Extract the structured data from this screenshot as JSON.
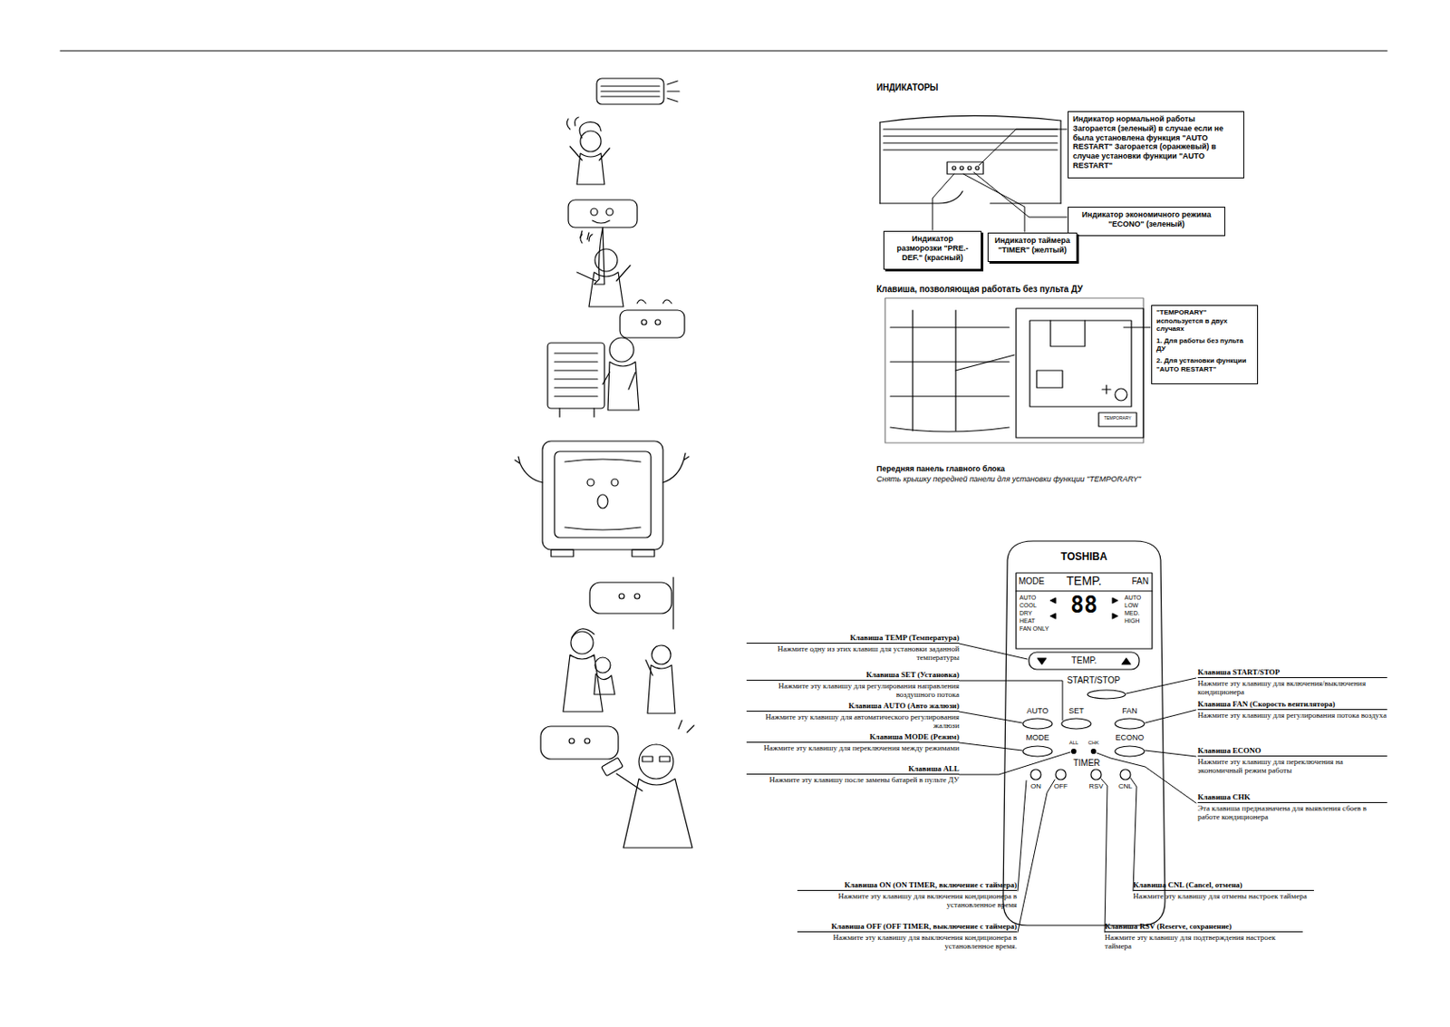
{
  "diagram": {
    "nodes": [
      {
        "text": [
          "Индикатор нормальной работы Загорается (зеленый) в случае если не была установлена функция \"AUTO RESTART\" Загорается (оранжевый) в случае установки функции \"AUTO RESTART\""
        ]
      },
      {
        "text": [
          "Индикатор экономичного режима \"ECONO\" (зеленый)"
        ]
      },
      {
        "text": [
          "Индикатор разморозки \"PRE.-DEF.\" (красный)"
        ]
      },
      {
        "text": [
          "Индикатор таймера \"TIMER\" (желтый)"
        ]
      },
      {
        "text": [
          "\"TEMPORARY\" используется в двух случаях",
          "1. Для работы без пульта ДУ",
          "2. Для установки функции \"AUTO RESTART\""
        ]
      }
    ],
    "labels": [
      "ИНДИКАТОРЫ",
      "Клавиша, позволяющая работать без пульта ДУ",
      "TEMPORARY",
      "Передняя панель главного блока",
      "Снять крышку передней панели для установки функции \"TEMPORARY\"",
      "TOSHIBA",
      "MODE",
      "TEMP.",
      "FAN",
      "AUTO",
      "COOL",
      "DRY",
      "HEAT",
      "FAN ONLY",
      "88",
      "AUTO",
      "LOW",
      "MED.",
      "HIGH",
      "TEMP.",
      "START/STOP",
      "AUTO",
      "SET",
      "FAN",
      "MODE",
      "ALL",
      "CHK",
      "ECONO",
      "TIMER",
      "ON",
      "OFF",
      "RSV",
      "CNL",
      "Клавиша TEMP (Температура)",
      "Нажмите одну из этих клавиш для установки заданной температуры",
      "Клавиша SET (Установка)",
      "Нажмите эту клавишу для регулирования направления воздушного потока",
      "Клавиша AUTO (Авто жалюзи)",
      "Нажмите эту клавишу для автоматического регулирования жалюзи",
      "Клавиша MODE (Режим)",
      "Нажмите эту клавишу для переключения между режимами",
      "Клавиша ALL",
      "Нажмите эту клавишу после замены батарей в пульте ДУ",
      "Клавиша START/STOP",
      "Нажмите эту клавишу для включения/выключения кондиционера",
      "Клавиша FAN (Скорость вентилятора)",
      "Нажмите эту клавишу для регулирования потока воздуха",
      "Клавиша ECONO",
      "Нажмите эту клавишу для переключения на экономичный режим работы",
      "Клавиша CHK",
      "Эта клавиша предназначена для выявления сбоев в работе кондиционера",
      "Клавиша ON (ON TIMER, включение с таймера)",
      "Нажмите эту клавишу для включения кондиционера в установленное время",
      "Клавиша OFF (OFF TIMER, выключение с таймера)",
      "Нажмите эту клавишу для выключения кондиционера в установленное время.",
      "Клавиша CNL (Cancel, отмена)",
      "Нажмите эту клавишу для отмены настроек таймера",
      "Клавиша RSV (Reserve, сохранение)",
      "Нажмите эту клавишу для подтверждения настроек таймера"
    ]
  }
}
